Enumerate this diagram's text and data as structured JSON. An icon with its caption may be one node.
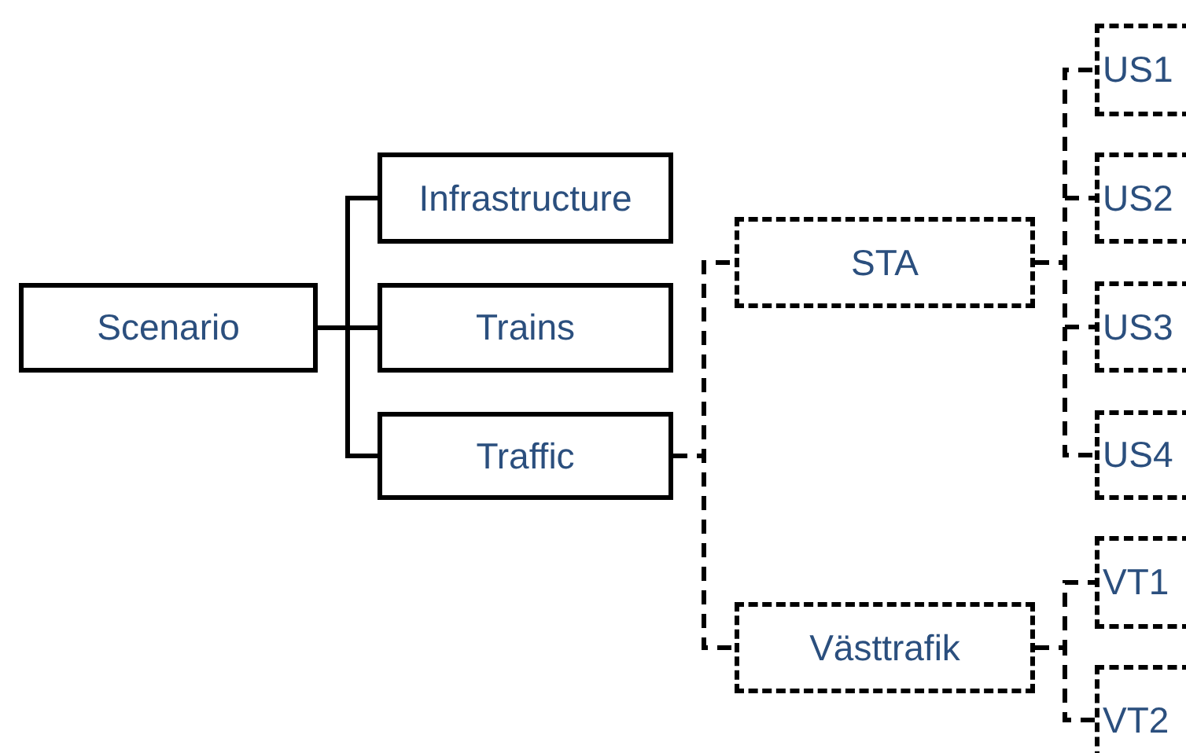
{
  "diagram": {
    "nodes": [
      {
        "text": [
          "Scenario"
        ]
      },
      {
        "text": [
          "Infrastructure"
        ]
      },
      {
        "text": [
          "Trains"
        ]
      },
      {
        "text": [
          "Traffic"
        ]
      },
      {
        "text": [
          "STA"
        ]
      },
      {
        "text": [
          "US1"
        ]
      },
      {
        "text": [
          "US2"
        ]
      },
      {
        "text": [
          "US3"
        ]
      },
      {
        "text": [
          "US4"
        ]
      },
      {
        "text": [
          "Västtrafik"
        ]
      },
      {
        "text": [
          "VT1"
        ]
      },
      {
        "text": [
          "VT2"
        ]
      }
    ],
    "edges": [
      {
        "from": 0,
        "to": 1,
        "arrow": "none"
      },
      {
        "from": 0,
        "to": 2,
        "arrow": "none"
      },
      {
        "from": 0,
        "to": 3,
        "arrow": "none"
      },
      {
        "from": 3,
        "to": 4,
        "arrow": "none",
        "style": "dashed"
      },
      {
        "from": 3,
        "to": 9,
        "arrow": "none",
        "style": "dashed"
      },
      {
        "from": 4,
        "to": 5,
        "arrow": "none",
        "style": "dashed"
      },
      {
        "from": 4,
        "to": 6,
        "arrow": "none",
        "style": "dashed"
      },
      {
        "from": 4,
        "to": 7,
        "arrow": "none",
        "style": "dashed"
      },
      {
        "from": 4,
        "to": 8,
        "arrow": "none",
        "style": "dashed"
      },
      {
        "from": 9,
        "to": 10,
        "arrow": "none",
        "style": "dashed"
      },
      {
        "from": 9,
        "to": 11,
        "arrow": "none",
        "style": "dashed"
      }
    ]
  }
}
